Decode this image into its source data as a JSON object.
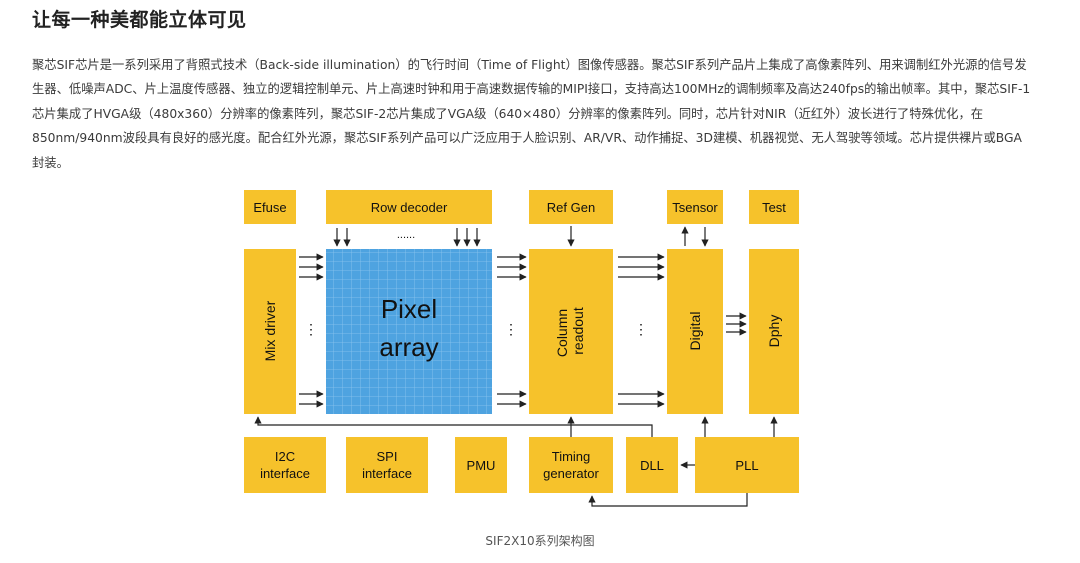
{
  "page": {
    "title": "让每一种美都能立体可见",
    "paragraph": "聚芯SIF芯片是一系列采用了背照式技术（Back-side illumination）的飞行时间（Time of Flight）图像传感器。聚芯SIF系列产品片上集成了高像素阵列、用来调制红外光源的信号发生器、低噪声ADC、片上温度传感器、独立的逻辑控制单元、片上高速时钟和用于高速数据传输的MIPI接口，支持高达100MHz的调制频率及高达240fps的输出帧率。其中，聚芯SIF-1芯片集成了HVGA级（480x360）分辨率的像素阵列，聚芯SIF-2芯片集成了VGA级（640×480）分辨率的像素阵列。同时，芯片针对NIR（近红外）波长进行了特殊优化，在850nm/940nm波段具有良好的感光度。配合红外光源，聚芯SIF系列产品可以广泛应用于人脸识别、AR/VR、动作捕捉、3D建模、机器视觉、无人驾驶等领域。芯片提供裸片或BGA封装。",
    "caption": "SIF2X10系列架构图"
  },
  "diagram": {
    "colors": {
      "block": "#f6c22b",
      "pixel_array": "#4ea3e0",
      "pixel_grid": "#7fbfee",
      "arrow": "#222222"
    },
    "blocks": {
      "efuse": "Efuse",
      "row_decoder": "Row decoder",
      "ref_gen": "Ref Gen",
      "tsensor": "Tsensor",
      "test": "Test",
      "mix_driver": "Mix driver",
      "pixel_array_line1": "Pixel",
      "pixel_array_line2": "array",
      "column_readout_line1": "Column",
      "column_readout_line2": "readout",
      "digital": "Digital",
      "dphy": "Dphy",
      "i2c_line1": "I2C",
      "i2c_line2": "interface",
      "spi_line1": "SPI",
      "spi_line2": "interface",
      "pmu": "PMU",
      "timing_line1": "Timing",
      "timing_line2": "generator",
      "dll": "DLL",
      "pll": "PLL"
    },
    "ellipsis_h": "......",
    "ellipsis_v": "⋮"
  }
}
